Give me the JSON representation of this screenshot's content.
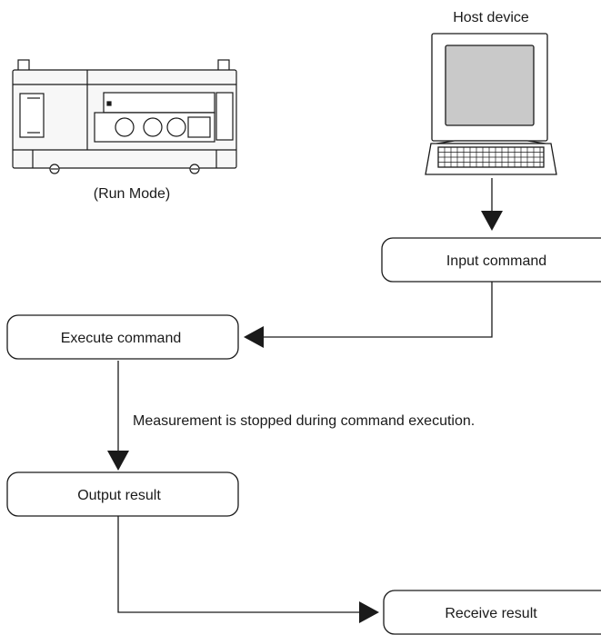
{
  "host_device": {
    "label": "Host device"
  },
  "controller": {
    "label": "(Run Mode)"
  },
  "steps": {
    "input_command": "Input command",
    "execute_command": "Execute command",
    "output_result": "Output result",
    "receive_result": "Receive result"
  },
  "note": "Measurement is stopped during command execution.",
  "colors": {
    "line": "#1a1a1a",
    "box_fill": "#ffffff",
    "screen": "#c9c9c9",
    "device_fill": "#f7f7f7"
  }
}
